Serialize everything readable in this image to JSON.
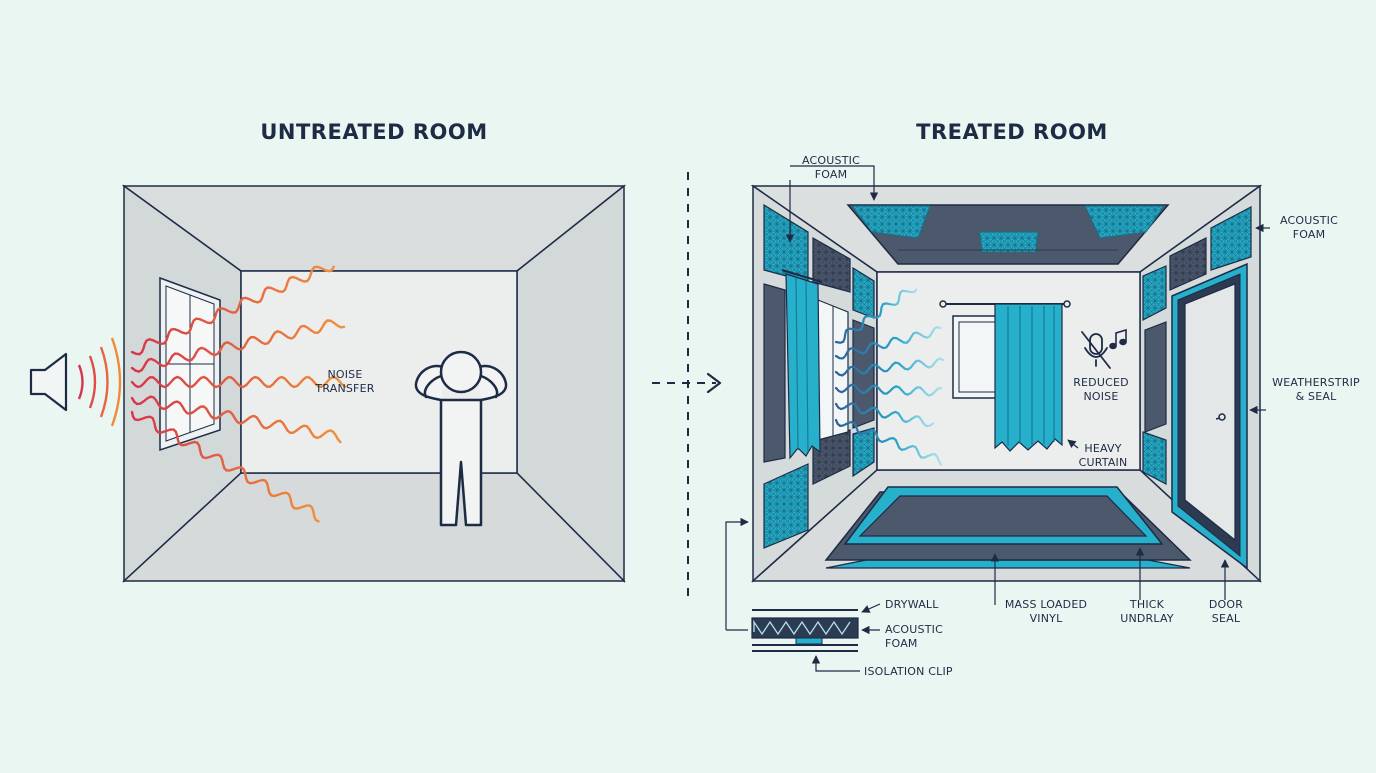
{
  "titles": {
    "untreated": "UNTREATED ROOM",
    "treated": "TREATED ROOM"
  },
  "untreated": {
    "noise_label": [
      "NOISE",
      "TRANSFER"
    ],
    "wave_color_start": "#d8344a",
    "wave_color_end": "#f0903a"
  },
  "treated": {
    "labels": {
      "acoustic_foam_top": [
        "ACOUSTIC",
        "FOAM"
      ],
      "acoustic_foam_right": [
        "ACOUSTIC",
        "FOAM"
      ],
      "weatherstrip": [
        "WEATHERSTRIP",
        "& SEAL"
      ],
      "reduced_noise": [
        "REDUCED",
        "NOISE"
      ],
      "heavy_curtain": [
        "HEAVY",
        "CURTAIN"
      ],
      "mass_loaded_vinyl": [
        "MASS LOADED",
        "VINYL"
      ],
      "thick_underlay": [
        "THICK",
        "UNDRLAY"
      ],
      "door_seal": [
        "DOOR",
        "SEAL"
      ]
    },
    "wall_section": {
      "drywall": "DRYWALL",
      "acoustic_foam": [
        "ACOUSTIC",
        "FOAM"
      ],
      "isolation_clip": "ISOLATION CLIP"
    },
    "icons": [
      "muted-microphone-icon",
      "music-note-icon"
    ]
  },
  "colors": {
    "ink": "#1d2b45",
    "teal": "#27b0cc",
    "slate": "#555f73",
    "wall": "#dfe3e4",
    "background": "#eaf6f1"
  }
}
